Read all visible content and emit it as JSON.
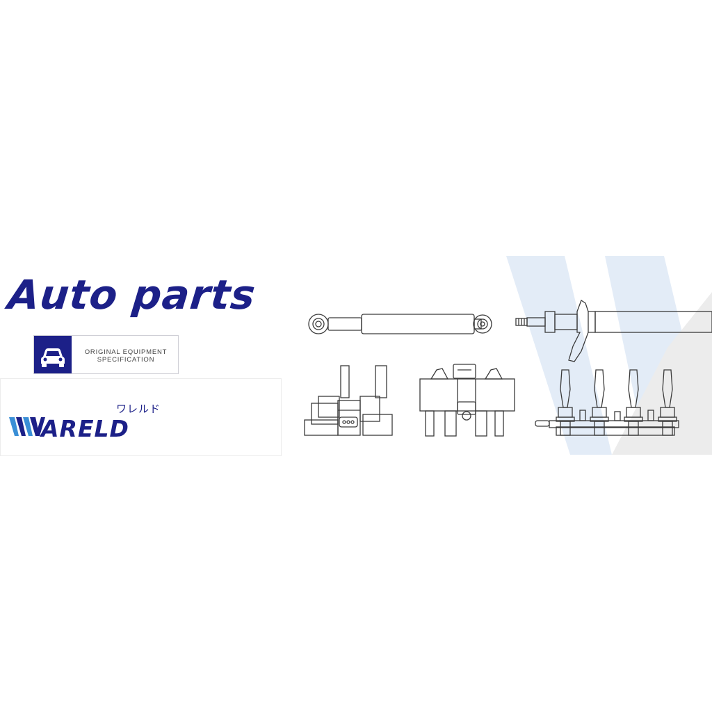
{
  "header": {
    "title": "Auto parts"
  },
  "badge": {
    "line1": "ORIGINAL EQUIPMENT",
    "line2": "SPECIFICATION",
    "icon": "car-front-icon"
  },
  "brand": {
    "kana": "ワレルド",
    "name": "ARELD",
    "logo_mark": "W"
  },
  "colors": {
    "brand_blue": "#1c2088",
    "logo_light_blue": "#3a8fd6",
    "watermark_blue": "#e3ecf7",
    "watermark_gray": "#ececec",
    "line_art": "#3a3a3a"
  },
  "products": [
    "shock-absorber-illustration",
    "strut-illustration",
    "ignition-coil-illustration",
    "ignition-coil-pack-illustration",
    "ignition-coil-rail-illustration"
  ]
}
